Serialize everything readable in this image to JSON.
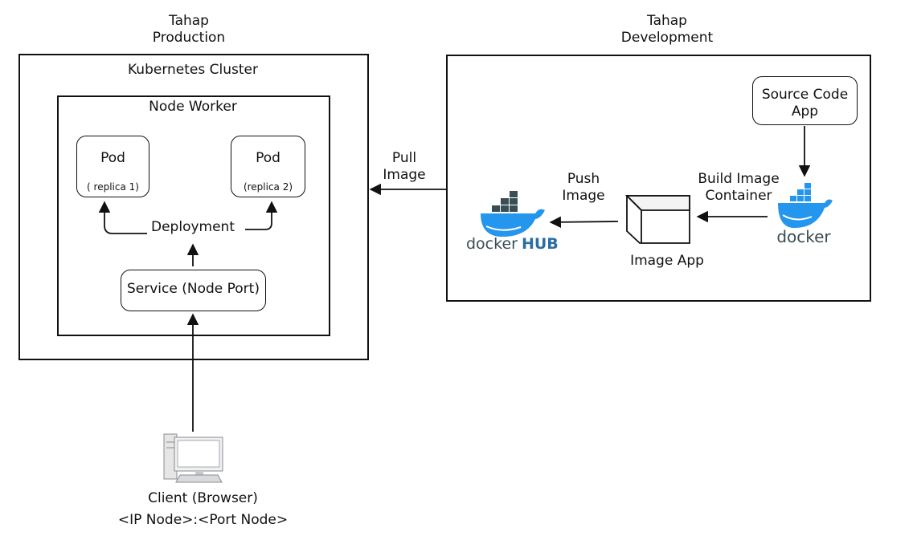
{
  "production": {
    "stage_title": "Tahap\nProduction",
    "cluster_label": "Kubernetes Cluster",
    "node_label": "Node Worker",
    "pod1": {
      "title": "Pod",
      "subtitle": "( replica 1)"
    },
    "pod2": {
      "title": "Pod",
      "subtitle": "(replica 2)"
    },
    "deployment_label": "Deployment",
    "service_label": "Service (Node Port)"
  },
  "pull_label": "Pull\nImage",
  "development": {
    "stage_title": "Tahap\nDevelopment",
    "source_code_label": "Source Code\nApp",
    "build_label": "Build Image\nContainer",
    "image_app_label": "Image App",
    "push_label": "Push\nImage",
    "docker_logo_text": "docker",
    "dockerhub_logo_text_a": "docker",
    "dockerhub_logo_text_b": "HUB"
  },
  "client": {
    "label": "Client (Browser)",
    "address": "<IP Node>:<Port Node>"
  },
  "colors": {
    "docker_blue": "#2496ed",
    "docker_dark": "#394d54",
    "stroke": "#111111"
  },
  "icons": [
    "docker-whale-icon",
    "dockerhub-whale-icon",
    "cube-icon",
    "computer-icon"
  ]
}
